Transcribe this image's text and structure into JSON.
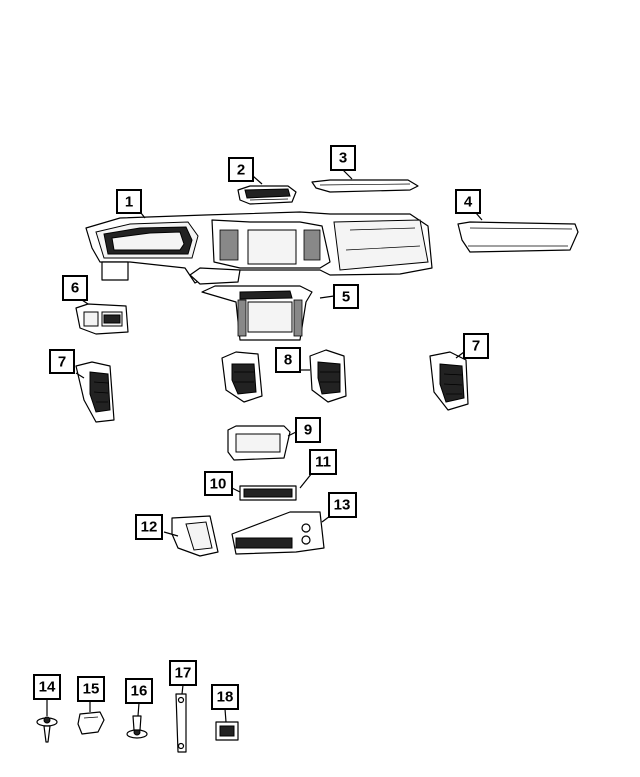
{
  "diagram": {
    "callouts": [
      {
        "id": "1",
        "label": "1"
      },
      {
        "id": "2",
        "label": "2"
      },
      {
        "id": "3",
        "label": "3"
      },
      {
        "id": "4",
        "label": "4"
      },
      {
        "id": "5",
        "label": "5"
      },
      {
        "id": "6",
        "label": "6"
      },
      {
        "id": "7a",
        "label": "7"
      },
      {
        "id": "7b",
        "label": "7"
      },
      {
        "id": "8",
        "label": "8"
      },
      {
        "id": "9",
        "label": "9"
      },
      {
        "id": "10",
        "label": "10"
      },
      {
        "id": "11",
        "label": "11"
      },
      {
        "id": "12",
        "label": "12"
      },
      {
        "id": "13",
        "label": "13"
      },
      {
        "id": "14",
        "label": "14"
      },
      {
        "id": "15",
        "label": "15"
      },
      {
        "id": "16",
        "label": "16"
      },
      {
        "id": "17",
        "label": "17"
      },
      {
        "id": "18",
        "label": "18"
      }
    ]
  }
}
